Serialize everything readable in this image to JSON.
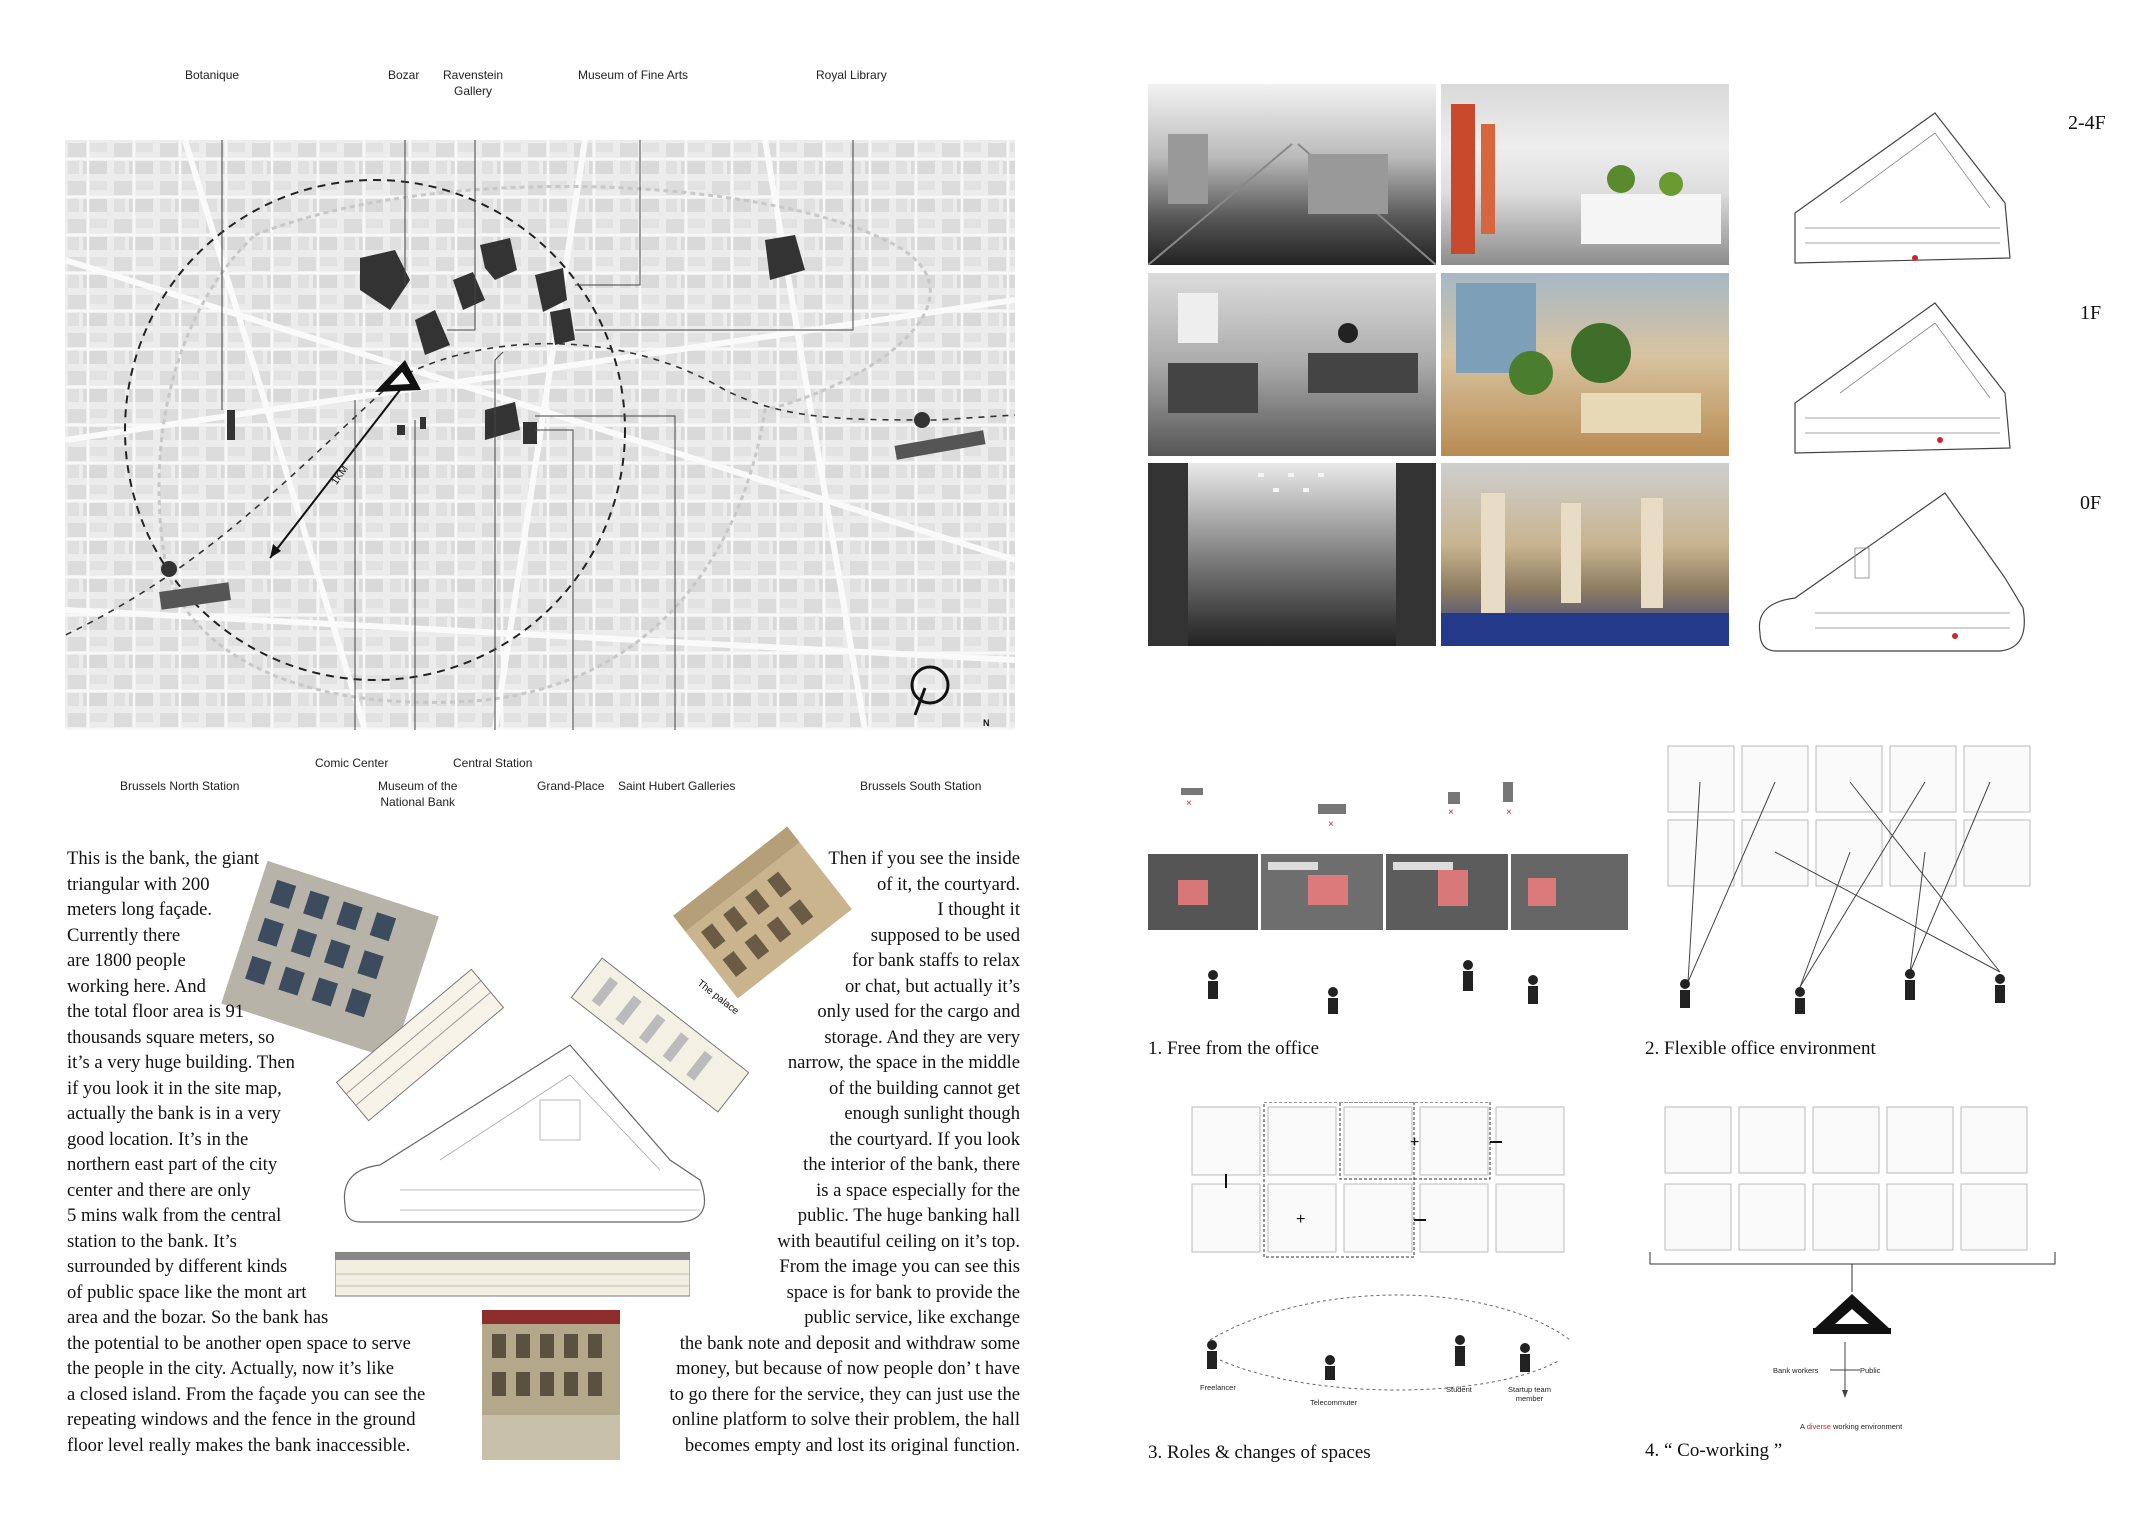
{
  "map": {
    "labels_top": {
      "botanique": "Botanique",
      "bozar": "Bozar",
      "ravenstein_1": "Ravenstein",
      "ravenstein_2": "Gallery",
      "fine_arts": "Museum of Fine Arts",
      "royal_library": "Royal Library"
    },
    "labels_bottom": {
      "north_station": "Brussels North Station",
      "comic_center": "Comic Center",
      "national_bank_1": "Museum of the",
      "national_bank_2": "National Bank",
      "central_station": "Central Station",
      "grand_place": "Grand-Place",
      "saint_hubert": "Saint Hubert Galleries",
      "south_station": "Brussels South Station"
    },
    "distance_label": "1KM",
    "north_label": "N"
  },
  "floors": {
    "f24": "2-4F",
    "f1": "1F",
    "f0": "0F"
  },
  "drawing_labels": {
    "palace": "The palace"
  },
  "left_text": [
    "This is the bank, the giant",
    "triangular with 200",
    "meters long façade.",
    "Currently there",
    "are 1800 people",
    "working here. And",
    "the total floor area is 91",
    "thousands square meters, so",
    "it’s a very huge building. Then",
    "if you look it in the site map,",
    "actually the bank is in a very",
    "good location. It’s in the",
    "northern east part of the city",
    "center and there are only",
    "5 mins walk from the central",
    "station to the bank. It’s",
    "surrounded by different kinds",
    "of public space like the mont art",
    "area and the bozar. So the bank has",
    "the potential to be another open space to serve",
    "the people in the city. Actually, now it’s like",
    "a closed island. From the façade you can see the",
    "repeating windows and the fence in the ground",
    "floor level really makes the bank inaccessible."
  ],
  "right_text": [
    "Then if you see the inside",
    "of it, the courtyard.",
    "I thought it",
    "supposed to be used",
    "for bank staffs to relax",
    "or chat, but actually it’s",
    "only used for the cargo and",
    "storage. And they are very",
    "narrow, the space in the middle",
    "of the building cannot get",
    "enough sunlight though",
    "the courtyard. If you look",
    "the interior of the bank, there",
    "is a space especially for the",
    "public. The huge banking hall",
    "with beautiful ceiling on it’s top.",
    "From the image you can see this",
    "space is for bank to provide the",
    "public service, like exchange",
    "the bank note and deposit and withdraw some",
    "money, but because of now people don’ t have",
    "to go there for the service, they can just use the",
    "online platform to solve their problem, the hall",
    "becomes empty and lost its original function."
  ],
  "panels": {
    "p1": "1. Free from the office",
    "p2": "2. Flexible office environment",
    "p3": "3. Roles & changes of  spaces",
    "p4": "4. “ Co-working ”"
  },
  "roles": {
    "freelancer": "Freelancer",
    "telecommuter": "Telecommuter",
    "student": "Student",
    "startup_1": "Startup team",
    "startup_2": "member"
  },
  "coworking": {
    "bank_workers": "Bank workers",
    "public": "Public",
    "env_prefix": "A ",
    "env_highlight": "diverse",
    "env_suffix": " working environment",
    "highlight_color": "#d0262b"
  }
}
